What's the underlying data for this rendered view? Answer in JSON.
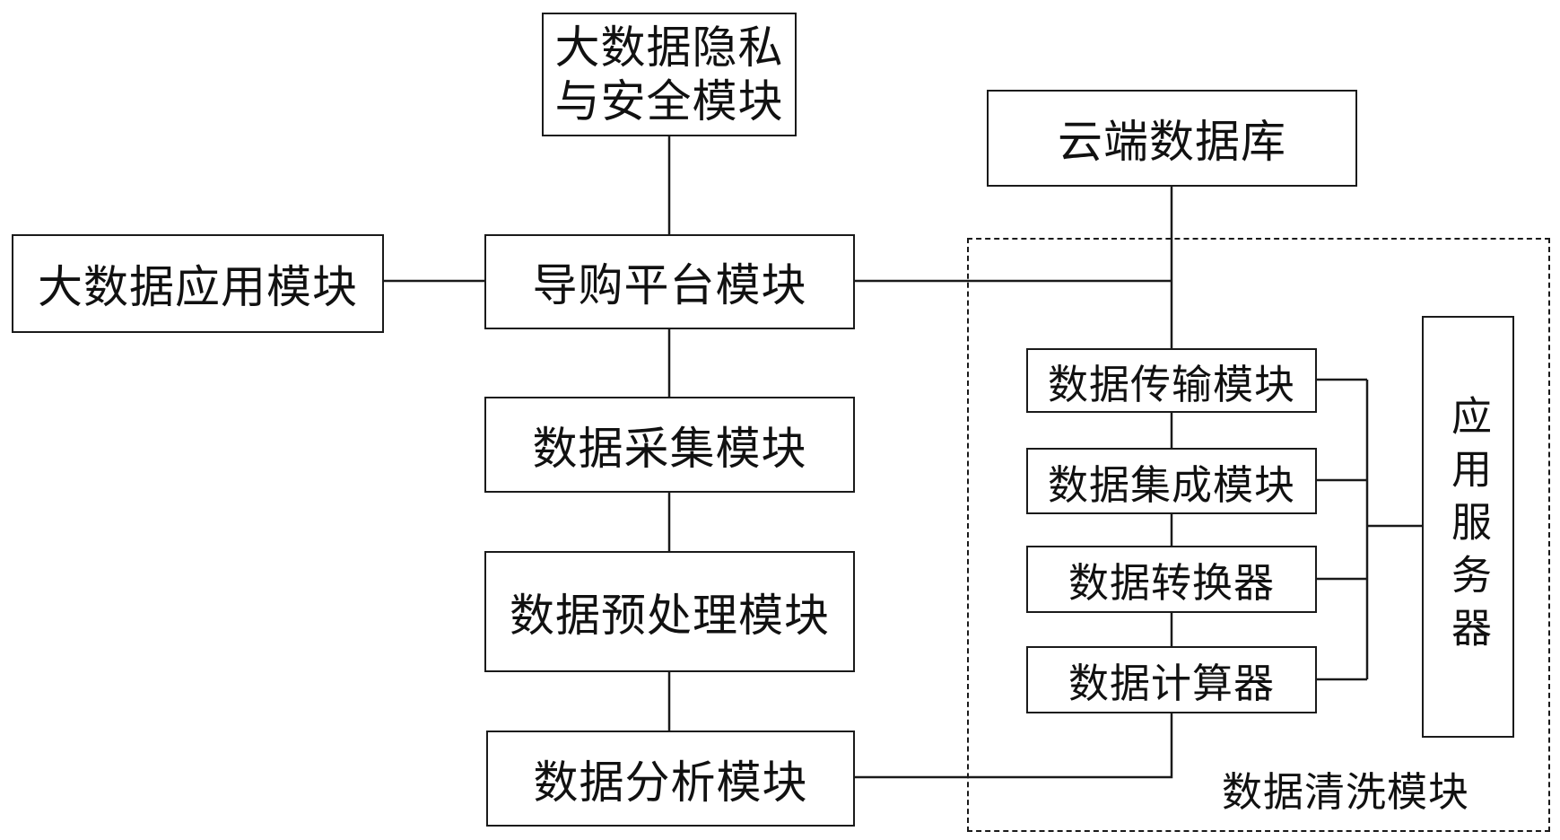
{
  "boxes": {
    "privacy_security": "大数据隐私\n与安全模块",
    "big_data_application": "大数据应用模块",
    "shopping_guide_platform": "导购平台模块",
    "data_collection": "数据采集模块",
    "data_preprocessing": "数据预处理模块",
    "data_analysis": "数据分析模块",
    "cloud_database": "云端数据库",
    "data_transmission": "数据传输模块",
    "data_integration": "数据集成模块",
    "data_converter": "数据转换器",
    "data_calculator": "数据计算器",
    "application_server": "应用服务器"
  },
  "regions": {
    "data_cleaning": "数据清洗模块"
  }
}
